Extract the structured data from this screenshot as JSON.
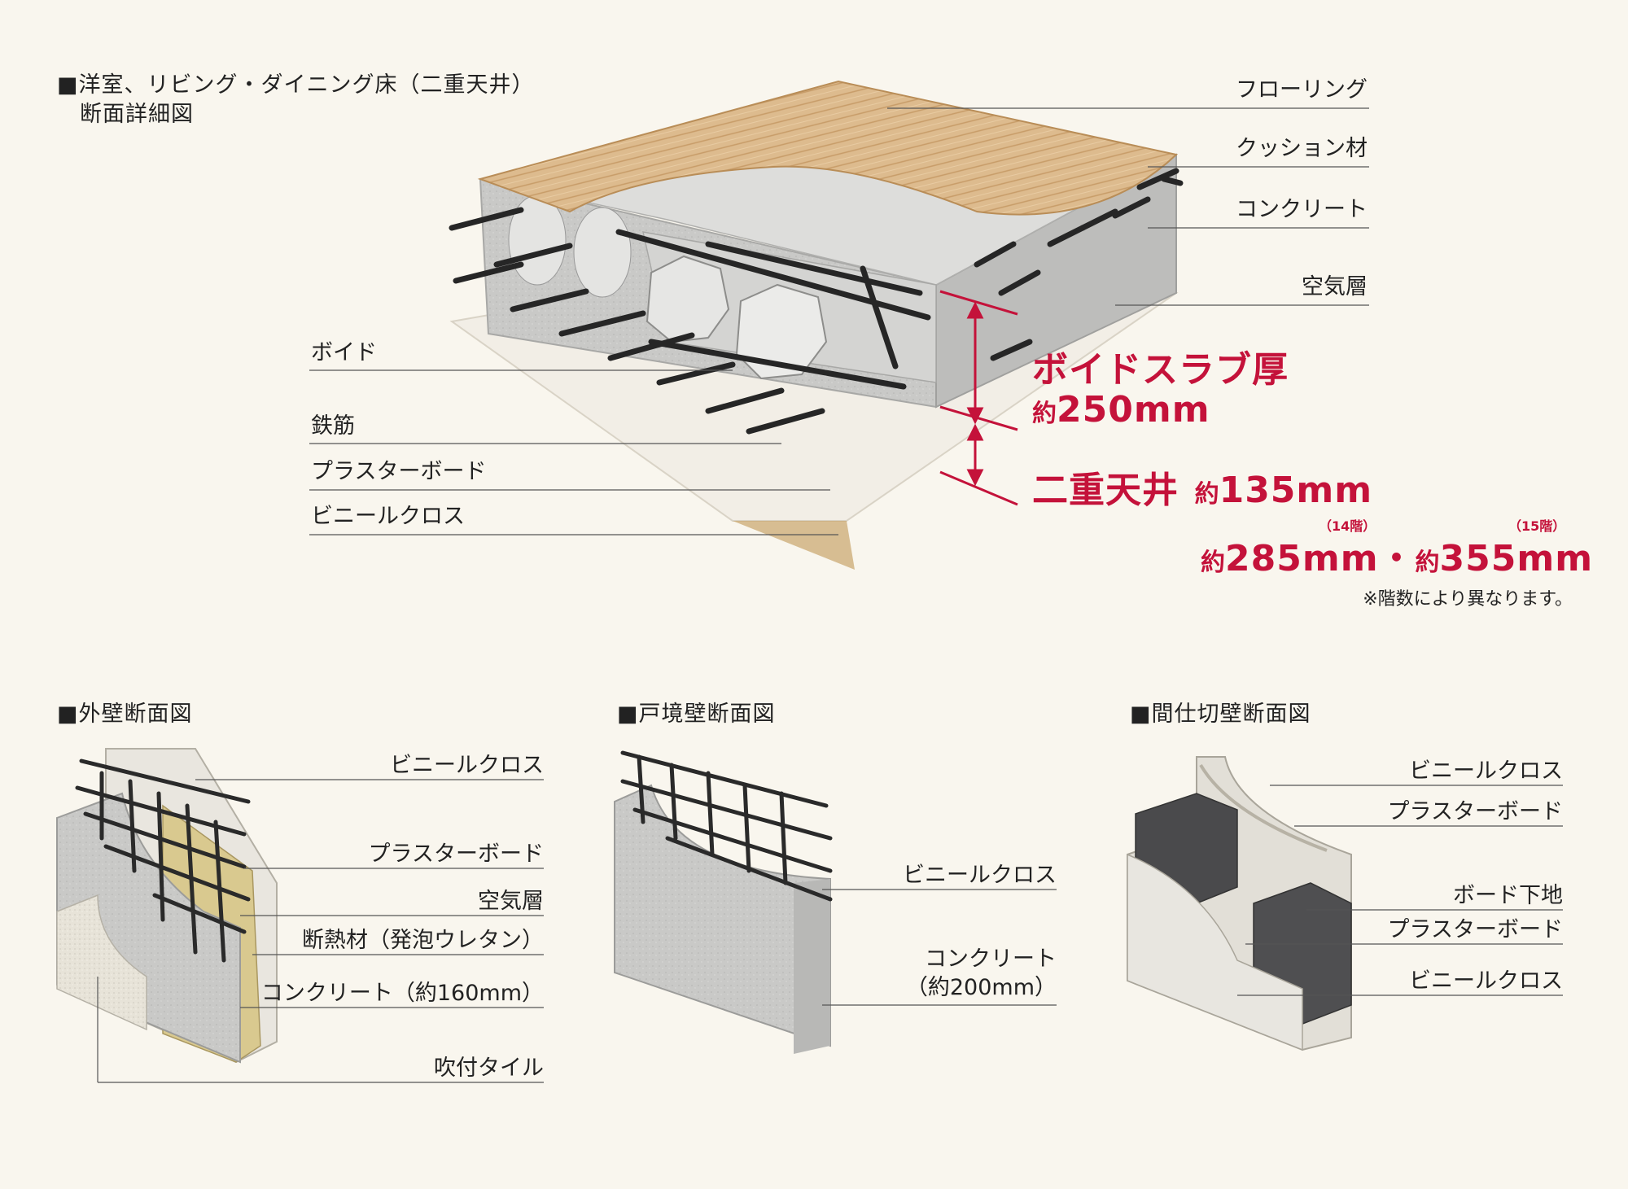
{
  "floor_section": {
    "heading_line1": "■洋室、リビング・ダイニング床（二重天井）",
    "heading_line2": "断面詳細図",
    "labels_right": [
      "フローリング",
      "クッション材",
      "コンクリート",
      "空気層"
    ],
    "labels_left": [
      "ボイド",
      "鉄筋",
      "プラスターボード",
      "ビニールクロス"
    ],
    "slab_title": "ボイドスラブ厚",
    "slab_prefix": "約",
    "slab_value": "250mm",
    "ceiling_title": "二重天井",
    "ceiling_prefix": "約",
    "ceiling_value": "135mm",
    "floor14_note": "（14階）",
    "floor15_note": "（15階）",
    "alt_prefix1": "約",
    "alt_value1": "285mm",
    "alt_sep": "・",
    "alt_prefix2": "約",
    "alt_value2": "355mm",
    "footnote": "※階数により異なります。"
  },
  "exterior_wall": {
    "heading": "■外壁断面図",
    "labels": [
      "ビニールクロス",
      "プラスターボード",
      "空気層",
      "断熱材（発泡ウレタン）",
      "コンクリート（約160mm）",
      "吹付タイル"
    ]
  },
  "boundary_wall": {
    "heading": "■戸境壁断面図",
    "labels": [
      "ビニールクロス",
      "コンクリート",
      "（約200mm）"
    ]
  },
  "partition_wall": {
    "heading": "■間仕切壁断面図",
    "labels": [
      "ビニールクロス",
      "プラスターボード",
      "ボード下地",
      "プラスターボード",
      "ビニールクロス"
    ]
  },
  "colors": {
    "accent_red": "#c4123a",
    "wood": "#dcb98c",
    "concrete": "#cfcfcf",
    "rebar": "#2a2a2a"
  }
}
